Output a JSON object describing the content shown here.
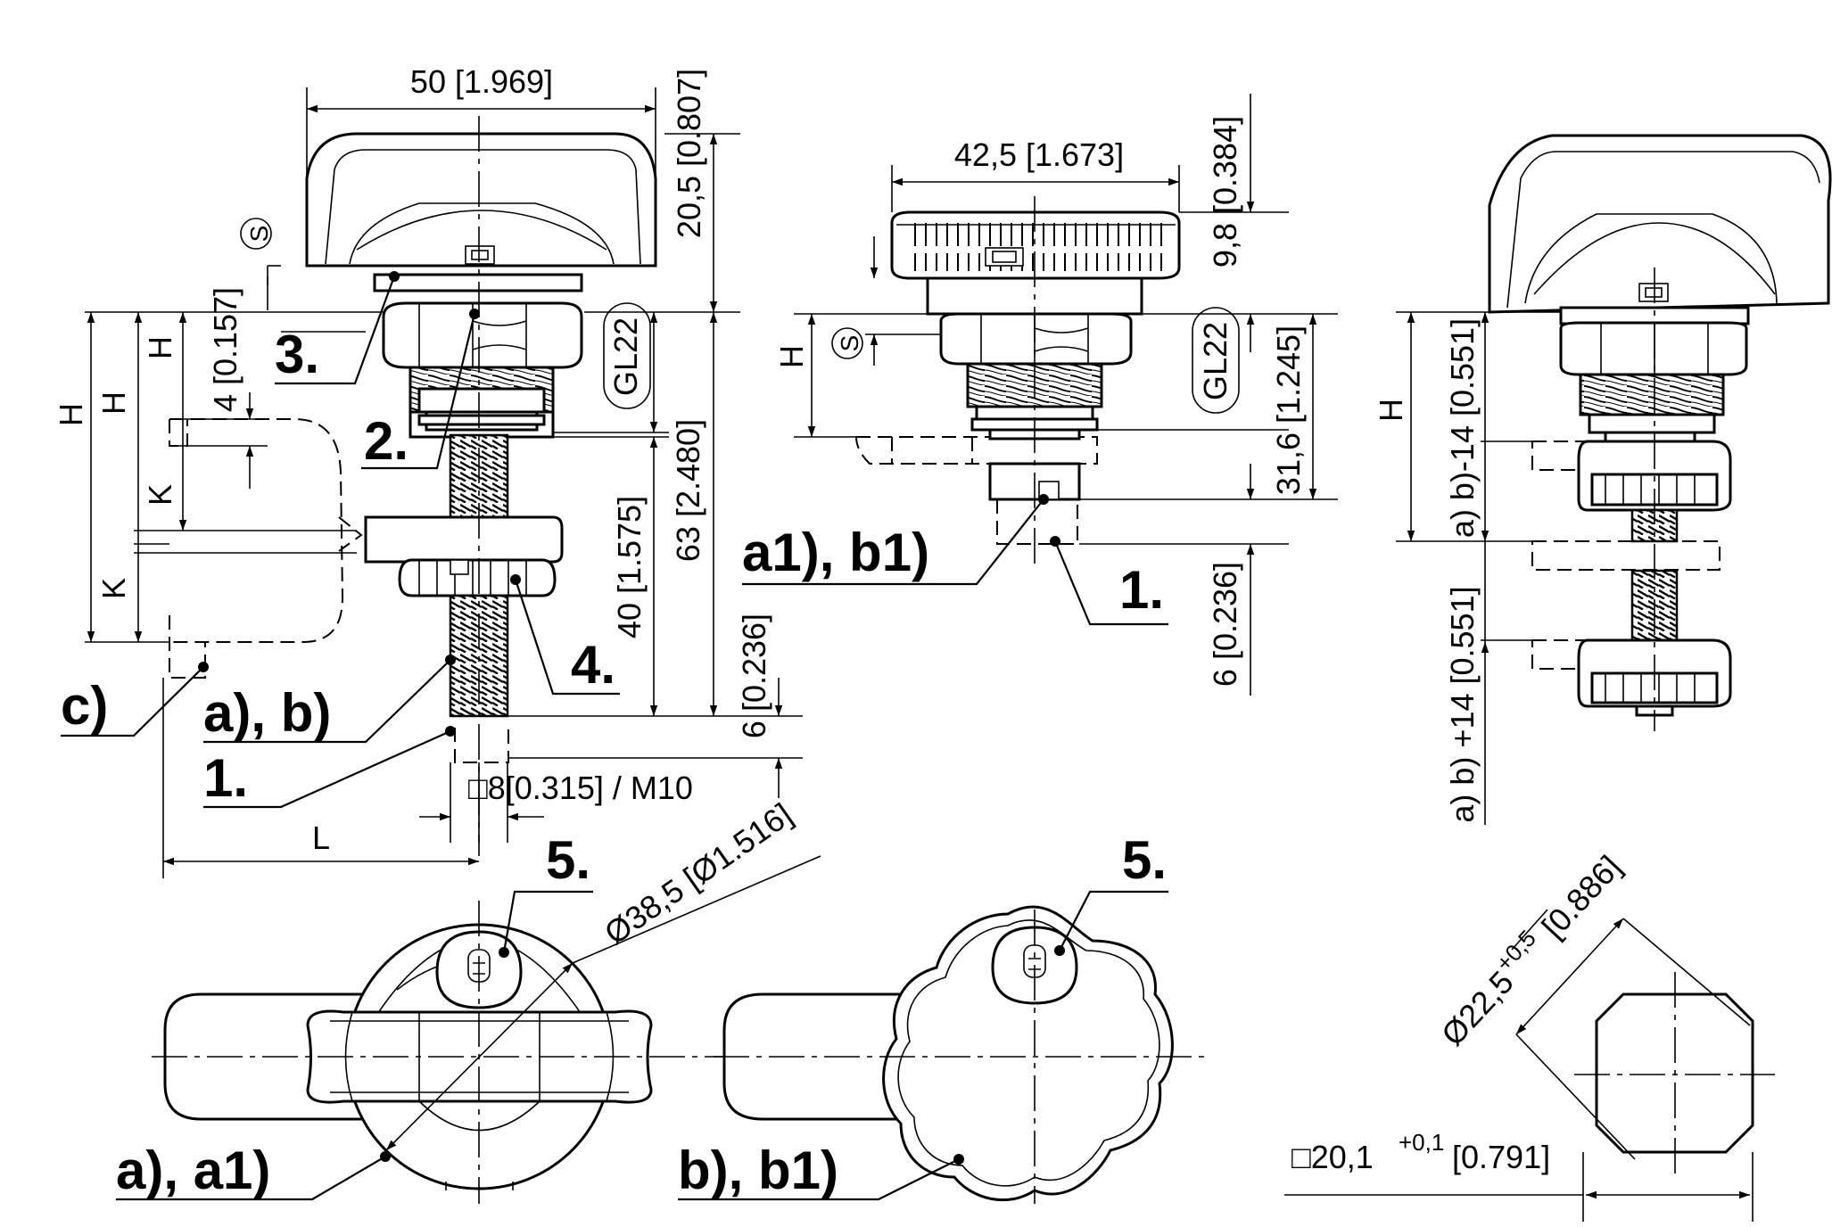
{
  "dimensions": {
    "width_50": "50 [1.969]",
    "height_20_5": "20,5 [0.807]",
    "s_symbol": "S",
    "gl22": "GL22",
    "h": "H",
    "k": "K",
    "four": "4 [0.157]",
    "forty": "40 [1.575]",
    "sixty_three": "63 [2.480]",
    "six": "6 [0.236]",
    "square_m10": "□8[0.315] / M10",
    "l": "L",
    "width_42_5": "42,5 [1.673]",
    "height_9_8": "9,8 [0.384]",
    "thirty_one_6": "31,6 [1.245]",
    "ab_minus_14": "a) b)-14 [0.551]",
    "ab_plus_14": "a) b) +14 [0.551]",
    "diameter_38_5": "Ø38,5 [Ø1.516]",
    "diameter_22_5_main": "Ø22,5",
    "diameter_22_5_tol": "+0,5",
    "diameter_22_5_in": "[0.886]",
    "square_20_1_main": "□20,1",
    "square_20_1_tol": "+0,1",
    "square_20_1_in": "[0.791]"
  },
  "callouts": {
    "one": "1.",
    "two": "2.",
    "three": "3.",
    "four": "4.",
    "five": "5.",
    "a_b": "a), b)",
    "c": "c)",
    "a1_b1": "a1), b1)",
    "a_a1": "a), a1)",
    "b_b1": "b), b1)"
  }
}
